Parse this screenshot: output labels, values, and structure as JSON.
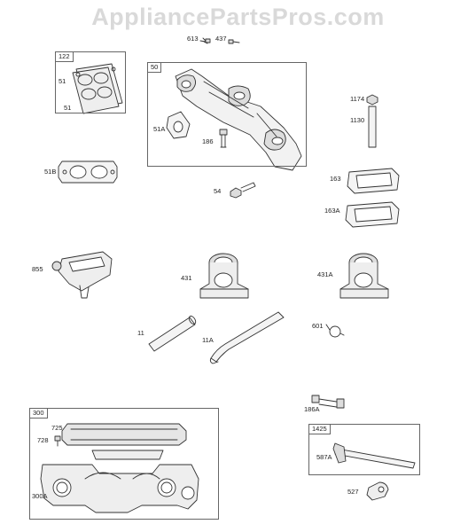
{
  "watermark": "AppliancePartsPros.com",
  "groups": [
    {
      "id": "g122",
      "label": "122"
    },
    {
      "id": "g50",
      "label": "50"
    },
    {
      "id": "g300",
      "label": "300"
    },
    {
      "id": "g1425",
      "label": "1425"
    }
  ],
  "parts": [
    {
      "id": "p613",
      "label": "613"
    },
    {
      "id": "p437",
      "label": "437"
    },
    {
      "id": "p51a_top",
      "label": "51"
    },
    {
      "id": "p51_bot",
      "label": "51"
    },
    {
      "id": "p51A",
      "label": "51A"
    },
    {
      "id": "p186",
      "label": "186"
    },
    {
      "id": "p1174",
      "label": "1174"
    },
    {
      "id": "p1130",
      "label": "1130"
    },
    {
      "id": "p51B",
      "label": "51B"
    },
    {
      "id": "p54",
      "label": "54"
    },
    {
      "id": "p163",
      "label": "163"
    },
    {
      "id": "p163A",
      "label": "163A"
    },
    {
      "id": "p855",
      "label": "855"
    },
    {
      "id": "p431",
      "label": "431"
    },
    {
      "id": "p431A",
      "label": "431A"
    },
    {
      "id": "p11",
      "label": "11"
    },
    {
      "id": "p11A",
      "label": "11A"
    },
    {
      "id": "p601",
      "label": "601"
    },
    {
      "id": "p186A",
      "label": "186A"
    },
    {
      "id": "p725",
      "label": "725"
    },
    {
      "id": "p728",
      "label": "728"
    },
    {
      "id": "p300A",
      "label": "300A"
    },
    {
      "id": "p587A",
      "label": "587A"
    },
    {
      "id": "p527",
      "label": "527"
    }
  ]
}
